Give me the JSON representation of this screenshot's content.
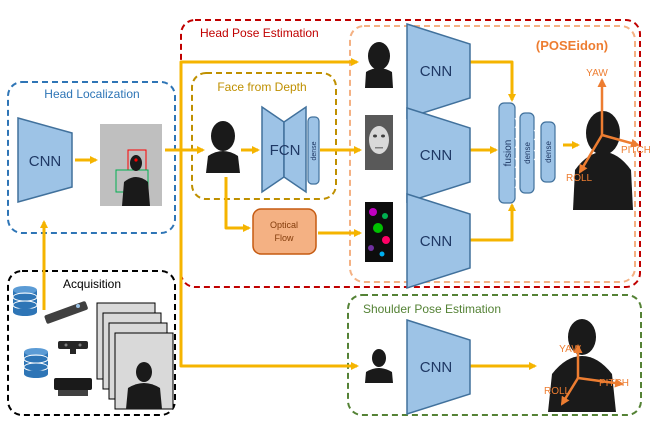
{
  "groups": {
    "head_pose": "Head Pose Estimation",
    "head_localization": "Head Localization",
    "face_from_depth": "Face from Depth",
    "poseidon": "(POSEidon)",
    "acquisition": "Acquisition",
    "shoulder_pose": "Shoulder Pose Estimation"
  },
  "blocks": {
    "cnn": "CNN",
    "fcn": "FCN",
    "dense": "dense",
    "fusion": "fusion",
    "optical_flow_line1": "Optical",
    "optical_flow_line2": "Flow"
  },
  "axes": {
    "yaw": "YAW",
    "pitch": "PITCH",
    "roll": "ROLL"
  },
  "colors": {
    "arrow": "#f5b400",
    "block_fill": "#9dc3e6",
    "block_stroke": "#41719c",
    "head_pose_border": "#c00000",
    "head_localization_border": "#2e75b6",
    "face_from_depth_border": "#bf9000",
    "poseidon_border": "#f4b183",
    "acquisition_border": "#000000",
    "shoulder_border": "#548235",
    "optical_flow_fill": "#f4b183",
    "axis_color": "#ed7d31"
  }
}
